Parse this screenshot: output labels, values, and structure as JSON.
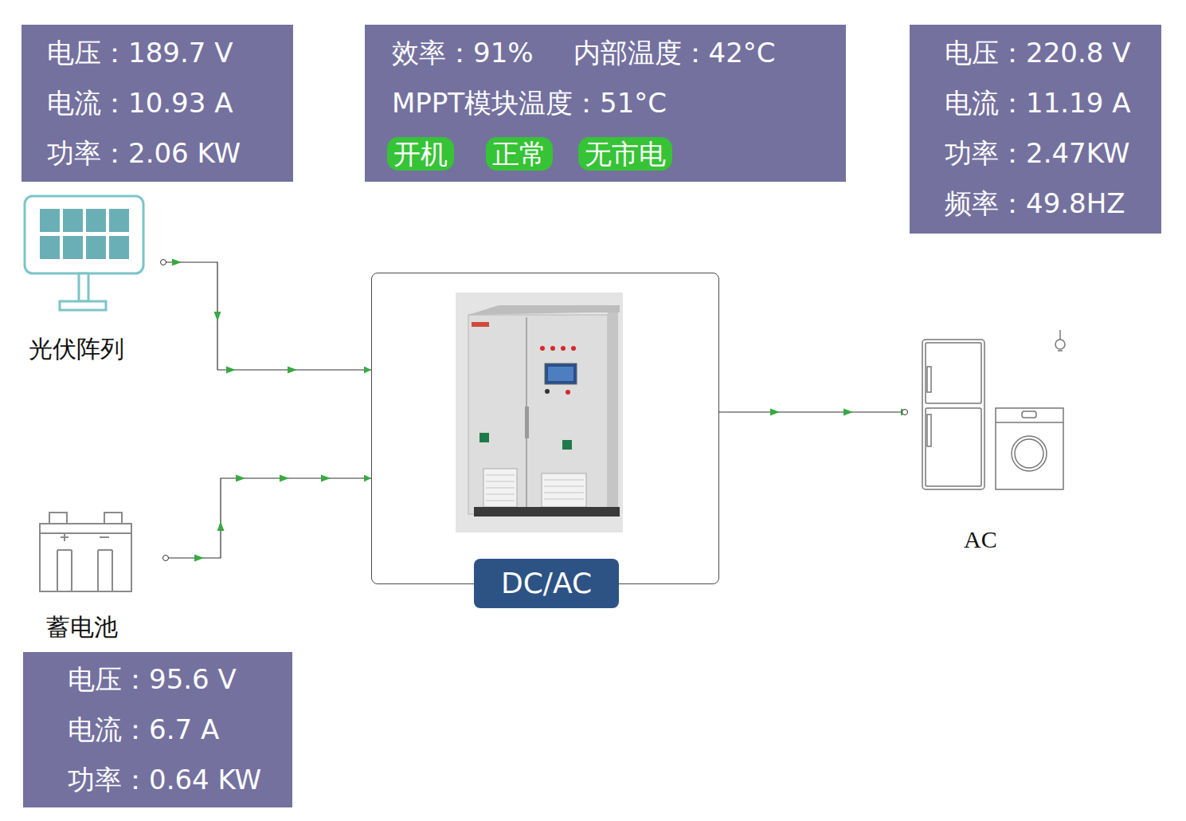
{
  "diagram": {
    "nodes": [
      {
        "text": [
          "电压：189.7 V",
          "电流：10.93 A",
          "功率：2.06 KW"
        ]
      },
      {
        "text": [
          "效率：91%",
          "内部温度：42°C",
          "MPPT模块温度：51°C"
        ]
      },
      {
        "text": [
          "开机"
        ],
        "in": 1
      },
      {
        "text": [
          "正常"
        ],
        "in": 1
      },
      {
        "text": [
          "无市电"
        ],
        "in": 1
      },
      {
        "text": [
          "电压：220.8 V",
          "电流：11.19 A",
          "功率：2.47KW",
          "频率：49.8HZ"
        ]
      },
      {
        "text": [
          "光伏阵列"
        ]
      },
      {
        "text": [
          "DC/AC"
        ]
      },
      {
        "text": [
          "AC"
        ]
      },
      {
        "text": [
          "蓄电池"
        ]
      },
      {
        "text": [
          "电压：95.6 V",
          "电流：6.7 A",
          "功率：0.64 KW"
        ]
      }
    ],
    "edges": [
      {
        "from": 6,
        "to": 7,
        "arrow": "to"
      },
      {
        "from": 9,
        "to": 7,
        "arrow": "to"
      },
      {
        "from": 7,
        "to": 8,
        "arrow": "to"
      }
    ]
  }
}
